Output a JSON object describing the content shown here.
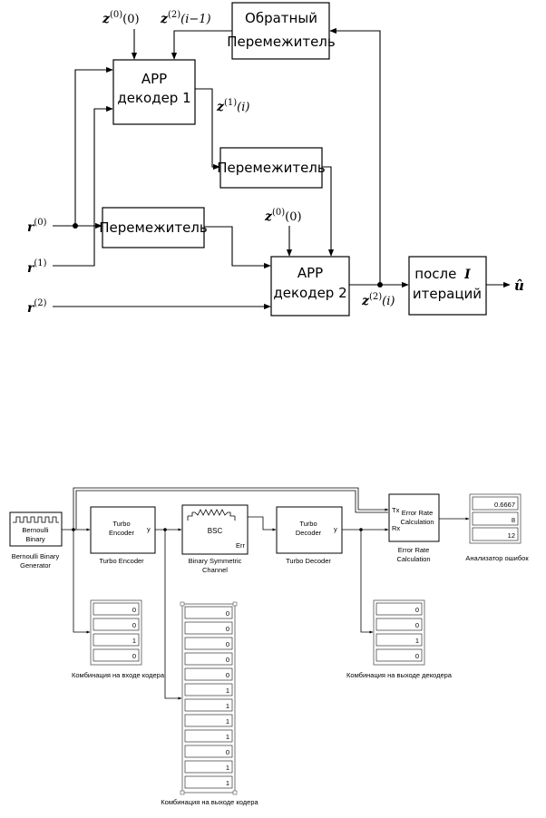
{
  "top_diagram": {
    "deinterleaver": {
      "line1": "Обратный",
      "line2": "Перемежитель"
    },
    "app1": {
      "line1": "APP",
      "line2": "декодер 1"
    },
    "app2": {
      "line1": "APP",
      "line2": "декодер 2"
    },
    "interleaver_mid": "Перемежитель",
    "interleaver_left": "Перемежитель",
    "after": {
      "line1": "после",
      "var": "I",
      "line2": "итераций"
    },
    "labels": {
      "z0_top": {
        "base": "z",
        "sup": "(0)",
        "arg": "(0)"
      },
      "z2_feedback": {
        "base": "z",
        "sup": "(2)",
        "arg": "(i−1)"
      },
      "z1": {
        "base": "z",
        "sup": "(1)",
        "arg": "(i)"
      },
      "z0_mid": {
        "base": "z",
        "sup": "(0)",
        "arg": "(0)"
      },
      "z2_out": {
        "base": "z",
        "sup": "(2)",
        "arg": "(i)"
      },
      "r0": {
        "base": "r",
        "sup": "(0)"
      },
      "r1": {
        "base": "r",
        "sup": "(1)"
      },
      "r2": {
        "base": "r",
        "sup": "(2)"
      },
      "u_hat": "û"
    }
  },
  "simulink": {
    "bernoulli": {
      "inner1": "Bernoulli",
      "inner2": "Binary",
      "caption1": "Bernoulli Binary",
      "caption2": "Generator"
    },
    "turbo_encoder": {
      "inner1": "Turbo",
      "inner2": "Encoder",
      "port_y": "y",
      "caption": "Turbo Encoder"
    },
    "bsc": {
      "inner": "BSC",
      "port_err": "Err",
      "caption1": "Binary Symmetric",
      "caption2": "Channel"
    },
    "turbo_decoder": {
      "inner1": "Turbo",
      "inner2": "Decoder",
      "port_y": "y",
      "caption": "Turbo Decoder"
    },
    "error_rate": {
      "port_tx": "Tx",
      "port_rx": "Rx",
      "inner1": "Error Rate",
      "inner2": "Calculation",
      "caption1": "Error Rate",
      "caption2": "Calculation"
    },
    "error_display": {
      "values": [
        "0.6667",
        "8",
        "12"
      ],
      "caption": "Анализатор ошибок"
    },
    "display_enc_in": {
      "values": [
        "0",
        "0",
        "1",
        "0"
      ],
      "caption": "Комбинация на входе кодера"
    },
    "display_dec_out": {
      "values": [
        "0",
        "0",
        "1",
        "0"
      ],
      "caption": "Комбинация на выходе декодера"
    },
    "display_enc_out": {
      "values": [
        "0",
        "0",
        "0",
        "0",
        "0",
        "1",
        "1",
        "1",
        "1",
        "0",
        "1",
        "1"
      ],
      "caption": "Комбинация на выходе кодера"
    }
  }
}
